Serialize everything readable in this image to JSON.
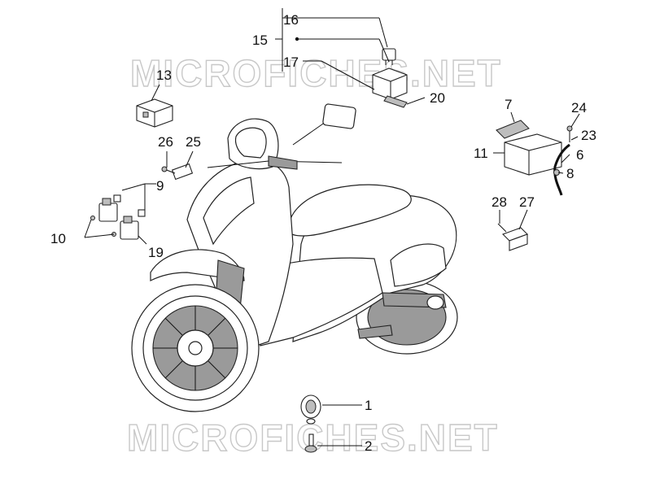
{
  "watermark": {
    "text_top": "MICROFICHES.NET",
    "text_bottom": "MICROFICHES.NET"
  },
  "callouts": {
    "c1": "1",
    "c2": "2",
    "c6": "6",
    "c7": "7",
    "c8": "8",
    "c9": "9",
    "c10": "10",
    "c11": "11",
    "c13": "13",
    "c15": "15",
    "c16": "16",
    "c17": "17",
    "c19": "19",
    "c20": "20",
    "c23": "23",
    "c24": "24",
    "c25": "25",
    "c26": "26",
    "c27": "27",
    "c28": "28"
  }
}
